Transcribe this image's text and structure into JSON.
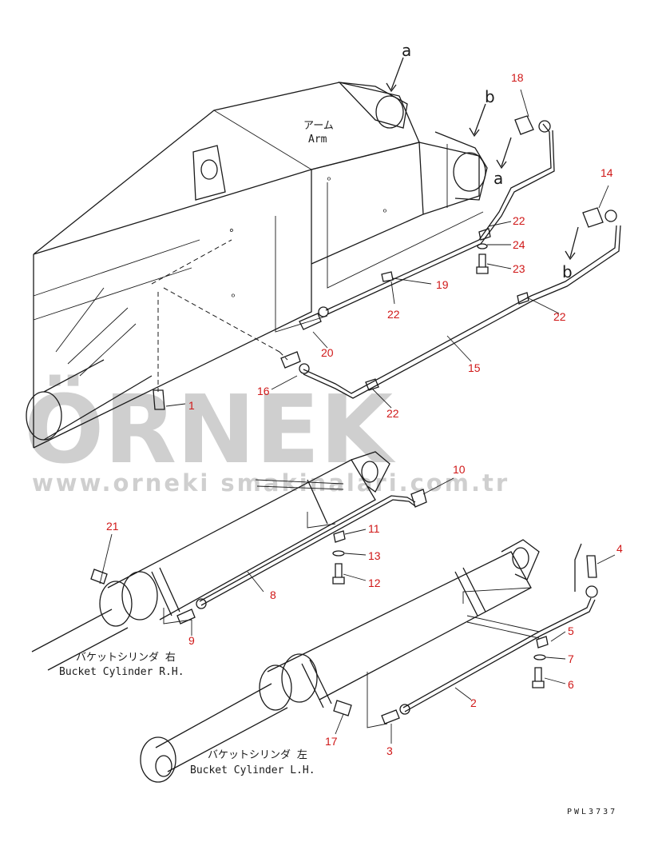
{
  "labels": {
    "arm_jp": "アーム",
    "arm_en": "Arm",
    "bucket_rh_jp": "バケットシリンダ 右",
    "bucket_rh_en": "Bucket Cylinder R.H.",
    "bucket_lh_jp": "バケットシリンダ 左",
    "bucket_lh_en": "Bucket Cylinder L.H.",
    "drawing_code": "PWL3737"
  },
  "callouts": [
    "a",
    "b",
    "a",
    "b"
  ],
  "watermark": {
    "logo": "ÖRNEK",
    "url": "www.orneki smakinalari.com.tr"
  },
  "parts": [
    "1",
    "2",
    "3",
    "4",
    "5",
    "6",
    "7",
    "8",
    "9",
    "10",
    "11",
    "12",
    "13",
    "14",
    "15",
    "16",
    "17",
    "18",
    "19",
    "20",
    "21",
    "22",
    "23",
    "24"
  ],
  "colors": {
    "part_number": "#d01818",
    "line": "#1a1a1a",
    "watermark": "#cfcfcf",
    "watermark_accent": "#f2e6b0"
  }
}
